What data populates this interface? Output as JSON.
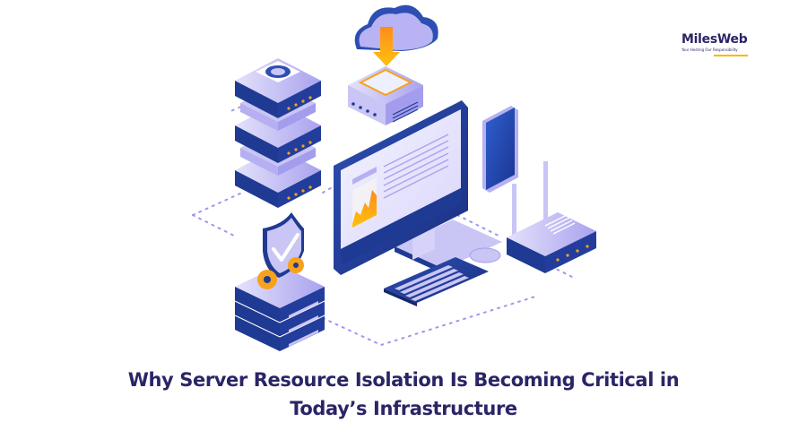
{
  "brand": {
    "name": "MilesWeb",
    "tagline": "Your Hosting Our Responsibility",
    "accent_color": "#f5b800",
    "text_color": "#2a2566"
  },
  "headline": {
    "line1": "Why Server Resource Isolation Is Becoming Critical in",
    "line2": "Today’s Infrastructure"
  },
  "illustration": {
    "elements": [
      "server-stack-icon",
      "cloud-download-icon",
      "monitor-icon",
      "smartphone-icon",
      "router-icon",
      "security-shield-icon",
      "gears-icon",
      "rack-server-icon",
      "keyboard-icon",
      "mouse-icon"
    ],
    "colors": {
      "navy": "#1f3a93",
      "lavender": "#c9c5f5",
      "purple": "#8f86e8",
      "orange": "#f7a21b",
      "yellow": "#ffc20e"
    }
  }
}
